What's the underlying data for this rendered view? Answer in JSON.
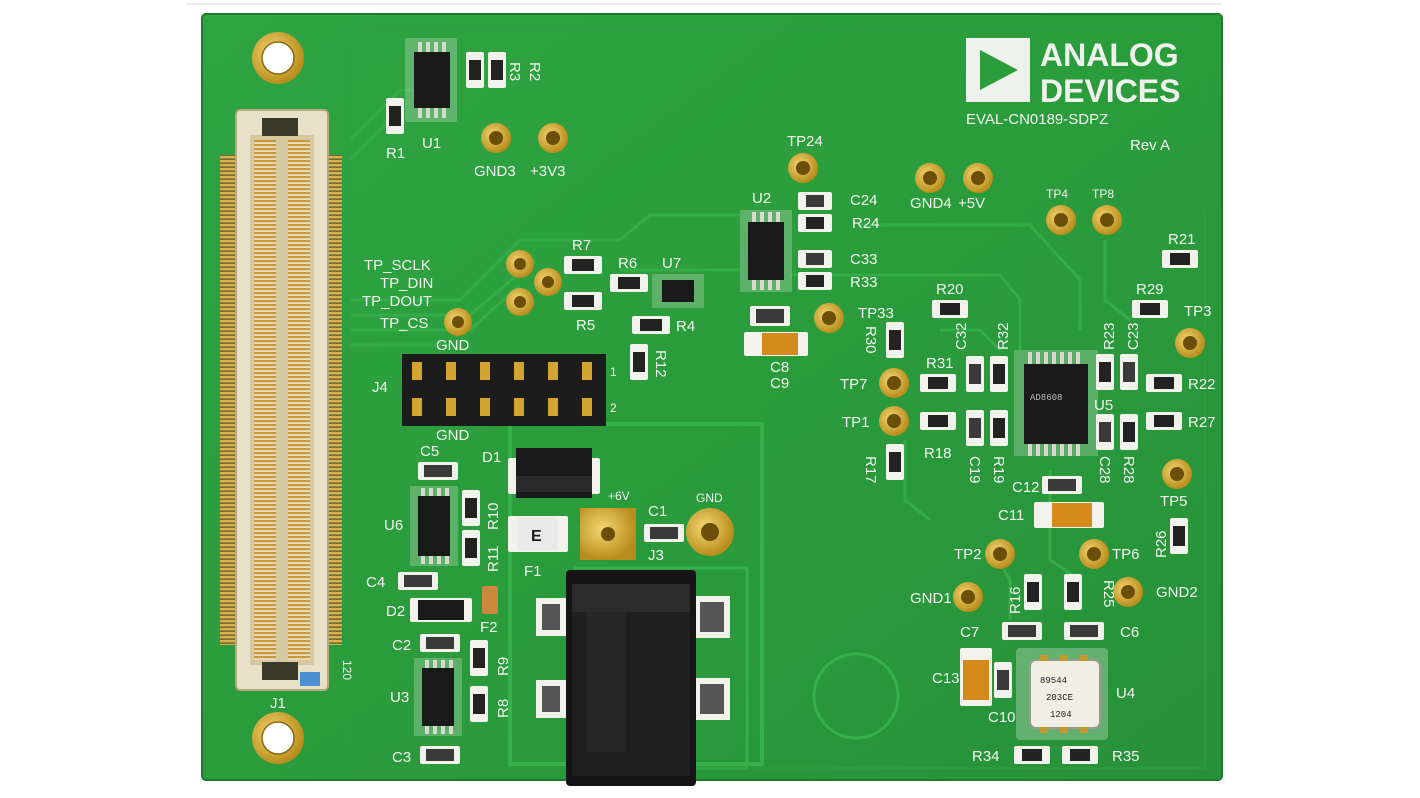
{
  "brand": {
    "line1": "ANALOG",
    "line2": "DEVICES",
    "board_name": "EVAL-CN0189-SDPZ",
    "revision": "Rev A"
  },
  "colors": {
    "background": "#ffffff",
    "pcb_green": "#2b9c3c",
    "pcb_dark": "#1f7a2e",
    "trace": "#34ad48",
    "gold": "#c9a227",
    "silkscreen": "#f2f5ee",
    "chip": "#1a1a1a"
  },
  "labels": {
    "u1": "U1",
    "u2": "U2",
    "u3": "U3",
    "u4": "U4",
    "u5": "U5",
    "u6": "U6",
    "u7": "U7",
    "r1": "R1",
    "r2": "R2",
    "r3": "R3",
    "r4": "R4",
    "r5": "R5",
    "r6": "R6",
    "r7": "R7",
    "r8": "R8",
    "r9": "R9",
    "r10": "R10",
    "r11": "R11",
    "r12": "R12",
    "r16": "R16",
    "r17": "R17",
    "r18": "R18",
    "r19": "R19",
    "r20": "R20",
    "r21": "R21",
    "r22": "R22",
    "r23": "R23",
    "r24": "R24",
    "r25": "R25",
    "r26": "R26",
    "r27": "R27",
    "r28": "R28",
    "r29": "R29",
    "r30": "R30",
    "r31": "R31",
    "r32": "R32",
    "r33": "R33",
    "r34": "R34",
    "r35": "R35",
    "c1": "C1",
    "c2": "C2",
    "c3": "C3",
    "c4": "C4",
    "c5": "C5",
    "c6": "C6",
    "c7": "C7",
    "c8": "C8",
    "c9": "C9",
    "c10": "C10",
    "c11": "C11",
    "c12": "C12",
    "c13": "C13",
    "c19": "C19",
    "c23": "C23",
    "c24": "C24",
    "c28": "C28",
    "c32": "C32",
    "c33": "C33",
    "d1": "D1",
    "d2": "D2",
    "f1": "F1",
    "f2": "F2",
    "j1": "J1",
    "j3": "J3",
    "j4": "J4",
    "gnd": "GND",
    "gnd1": "GND1",
    "gnd2": "GND2",
    "gnd3": "GND3",
    "gnd4": "GND4",
    "v33": "+3V3",
    "v5": "+5V",
    "v6": "+6V",
    "tp_sclk": "TP_SCLK",
    "tp_din": "TP_DIN",
    "tp_dout": "TP_DOUT",
    "tp_cs": "TP_CS",
    "tp1": "TP1",
    "tp2": "TP2",
    "tp3": "TP3",
    "tp4": "TP4",
    "tp5": "TP5",
    "tp6": "TP6",
    "tp7": "TP7",
    "tp8": "TP8",
    "tp24": "TP24",
    "tp33": "TP33",
    "pin1": "1",
    "pin2": "2",
    "pin120": "120",
    "fuse_marking": "E"
  },
  "chip_markings": {
    "u4_line1": "89544",
    "u4_line2": "203CE",
    "u4_line3": "1204",
    "u5_line1": "AD8608"
  }
}
